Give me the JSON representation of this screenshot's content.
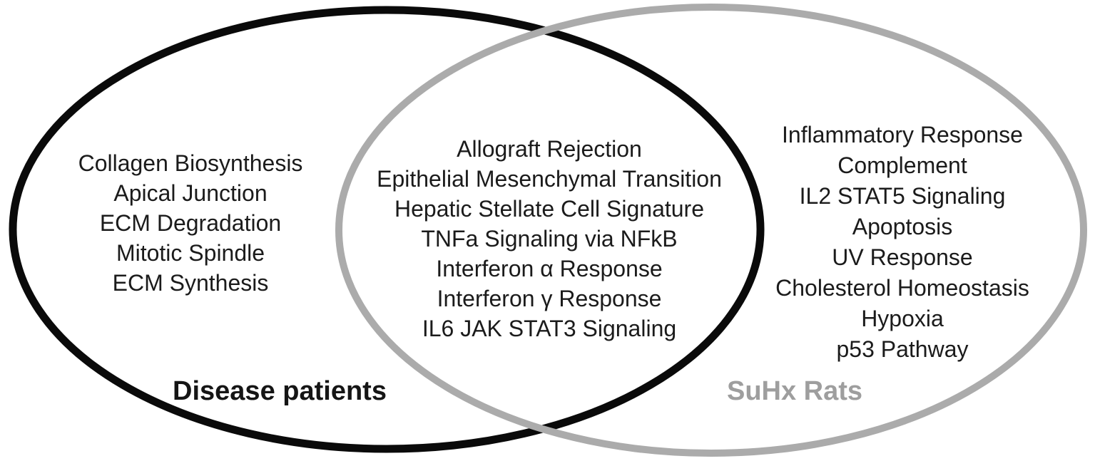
{
  "venn": {
    "left": {
      "label": "Disease patients",
      "ellipse_color": "#0a0a0a",
      "label_color": "#151515",
      "items": [
        "Collagen Biosynthesis",
        "Apical Junction",
        "ECM Degradation",
        "Mitotic Spindle",
        "ECM Synthesis"
      ]
    },
    "intersection": {
      "items": [
        "Allograft Rejection",
        "Epithelial Mesenchymal Transition",
        "Hepatic Stellate Cell Signature",
        "TNFa Signaling via NFkB",
        "Interferon α Response",
        "Interferon γ Response",
        "IL6 JAK STAT3 Signaling"
      ]
    },
    "right": {
      "label": "SuHx Rats",
      "ellipse_color": "#ababab",
      "label_color": "#9e9e9e",
      "items": [
        "Inflammatory Response",
        "Complement",
        "IL2 STAT5 Signaling",
        "Apoptosis",
        "UV Response",
        "Cholesterol Homeostasis",
        "Hypoxia",
        "p53 Pathway"
      ]
    }
  }
}
